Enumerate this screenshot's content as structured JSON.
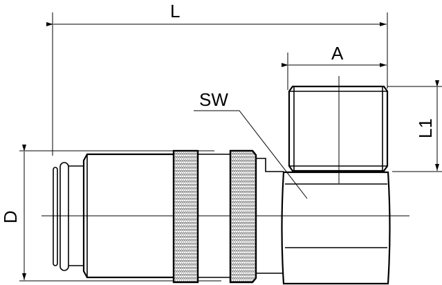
{
  "drawing": {
    "title": "Quick coupling with male thread elbow - dimension drawing",
    "line_color": "#000000",
    "background": "#ffffff",
    "dimensions": {
      "L": {
        "label": "L",
        "description": "overall length"
      },
      "A": {
        "label": "A",
        "description": "thread size"
      },
      "L1": {
        "label": "L1",
        "description": "thread length"
      },
      "D": {
        "label": "D",
        "description": "outer diameter"
      },
      "SW": {
        "label": "SW",
        "description": "wrench size"
      }
    },
    "components": [
      {
        "name": "plug-nose",
        "description": "coupling nose with O-ring groove"
      },
      {
        "name": "body",
        "description": "coupling body"
      },
      {
        "name": "knurled-sleeve-1",
        "description": "knurled locking sleeve"
      },
      {
        "name": "knurled-sleeve-2",
        "description": "knurled ring"
      },
      {
        "name": "hex-elbow",
        "description": "hex body elbow"
      },
      {
        "name": "male-thread",
        "description": "male threaded connector"
      }
    ]
  }
}
